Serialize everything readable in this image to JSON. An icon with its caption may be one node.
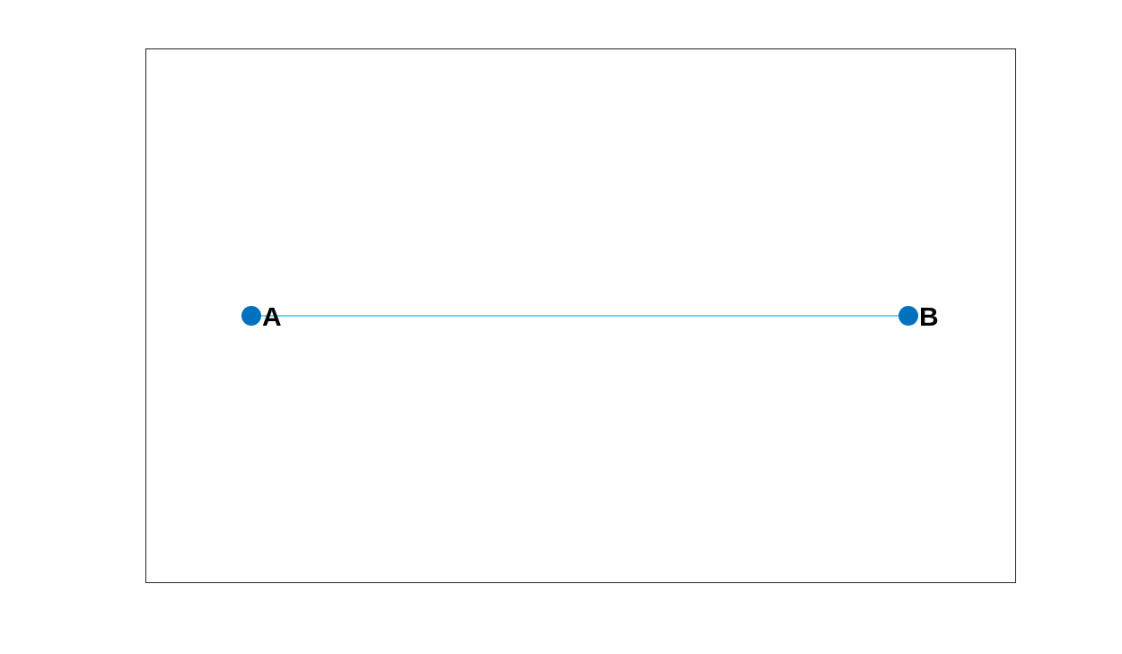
{
  "diagram": {
    "nodes": [
      {
        "text": [],
        "shape": "circle",
        "beside": [
          "A"
        ]
      },
      {
        "text": [],
        "shape": "circle",
        "beside": [
          "B"
        ]
      }
    ],
    "edges": [
      {
        "from": 0,
        "to": 1,
        "arrow": "none",
        "color": "#4dbeee"
      }
    ]
  }
}
